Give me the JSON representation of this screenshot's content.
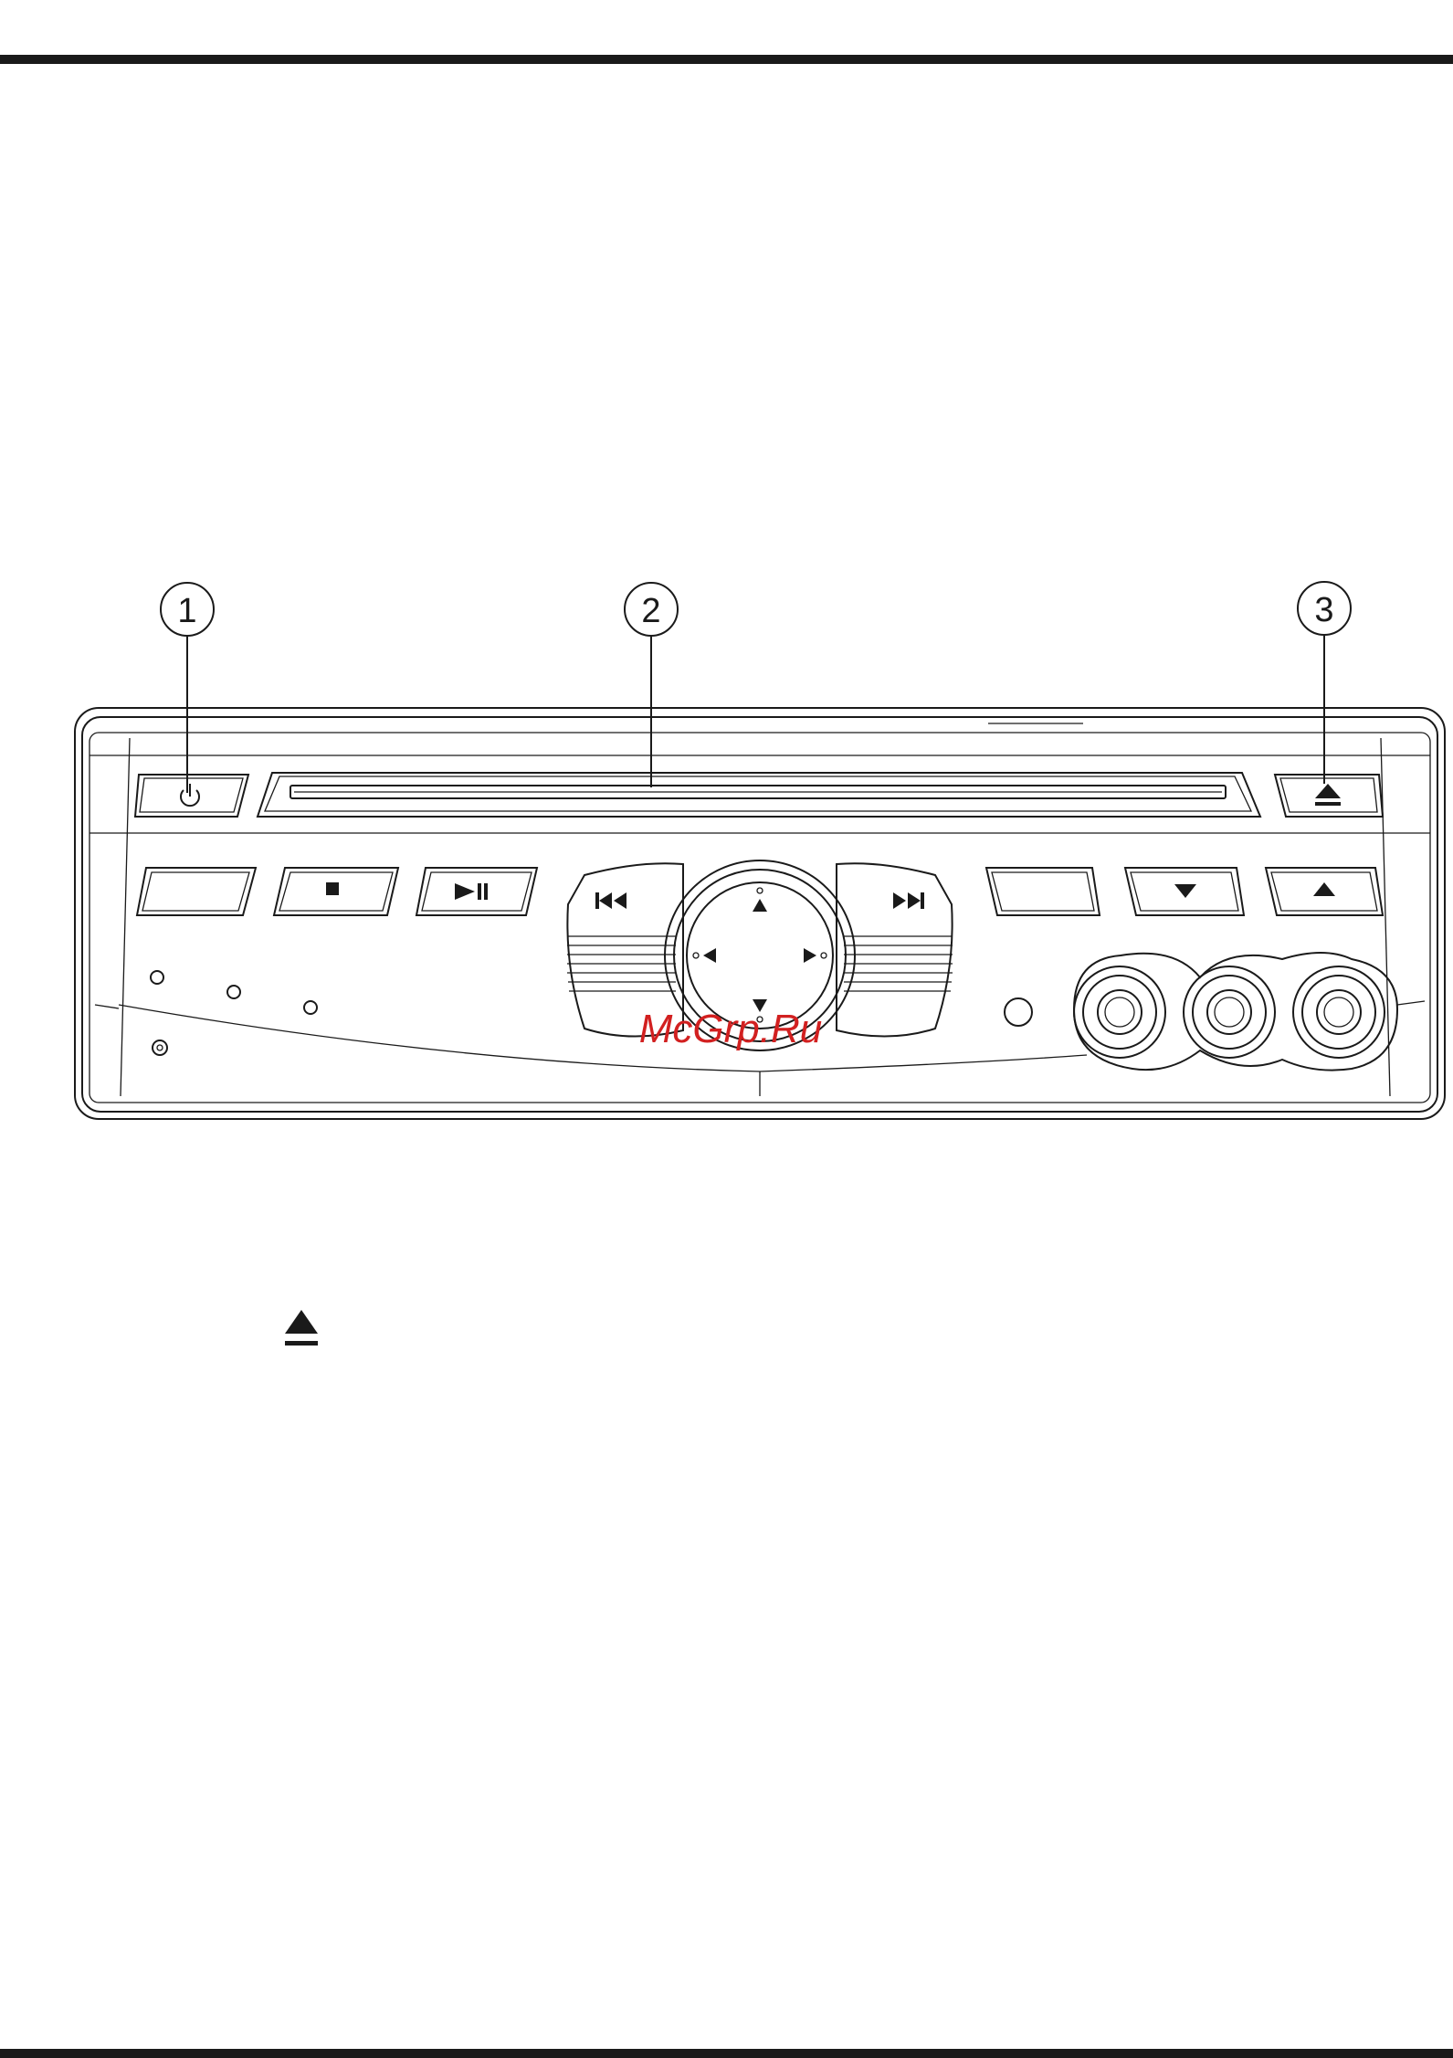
{
  "callouts": [
    {
      "label": "1",
      "target": "power-button"
    },
    {
      "label": "2",
      "target": "disc-slot"
    },
    {
      "label": "3",
      "target": "eject-button"
    }
  ],
  "watermark": "McGrp.Ru",
  "icons": {
    "power": "power-icon",
    "eject": "eject-icon",
    "stop": "stop-icon",
    "play_pause": "play-pause-icon",
    "previous": "skip-previous-icon",
    "next": "skip-next-icon",
    "arrow_up": "arrow-up-icon",
    "arrow_down": "arrow-down-icon",
    "arrow_left": "arrow-left-icon",
    "arrow_right": "arrow-right-icon"
  },
  "colors": {
    "ink": "#1a1a1a",
    "watermark": "#d22020",
    "background": "#ffffff"
  }
}
